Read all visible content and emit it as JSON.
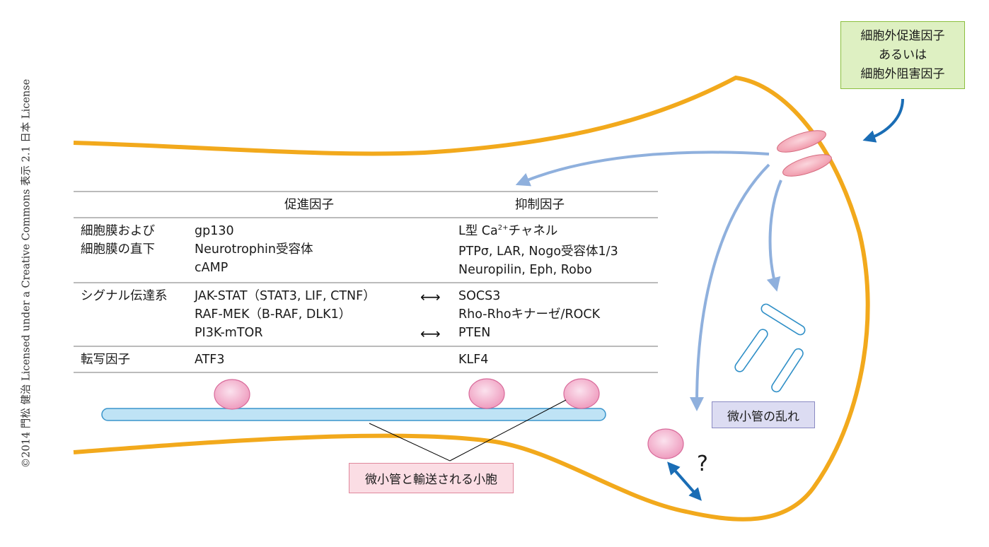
{
  "copyright": "©2014 門松 健治 Licensed under a Creative Commons 表示 2.1 日本 License",
  "extracellular_box": {
    "lines": [
      "細胞外促進因子",
      "あるいは",
      "細胞外阻害因子"
    ]
  },
  "microtubule_disorder_label": "微小管の乱れ",
  "vesicle_label": "微小管と輸送される小胞",
  "question_mark": "?",
  "table": {
    "headers": {
      "promoting": "促進因子",
      "inhibiting": "抑制因子"
    },
    "rows": [
      {
        "category": [
          "細胞膜および",
          "細胞膜の直下"
        ],
        "promoting": [
          "gp130",
          "Neurotrophin受容体",
          "cAMP"
        ],
        "inhibiting_first_prefix": "L型 Ca",
        "inhibiting_first_sup": "2+",
        "inhibiting_first_suffix": "チャネル",
        "inhibiting": [
          "PTPσ, LAR, Nogo受容体1/3",
          "Neuropilin, Eph, Robo"
        ]
      },
      {
        "category": [
          "シグナル伝達系"
        ],
        "promoting": [
          "JAK-STAT（STAT3, LIF, CTNF）",
          "RAF-MEK（B-RAF, DLK1）",
          "PI3K-mTOR"
        ],
        "inhibiting": [
          "SOCS3",
          "Rho-Rhoキナーゼ/ROCK",
          "PTEN"
        ]
      },
      {
        "category": [
          "転写因子"
        ],
        "promoting": [
          "ATF3"
        ],
        "inhibiting": [
          "KLF4"
        ]
      }
    ],
    "antagonism_symbol": "⟷"
  },
  "colors": {
    "membrane": "#f2a91c",
    "vesicle": "#f2a9c6",
    "microtubule": "#bfe3f5",
    "signal_arrow": "#8fb0dd",
    "extracellular_arrow": "#1a6db5",
    "receptor": "#f4a3b2"
  }
}
